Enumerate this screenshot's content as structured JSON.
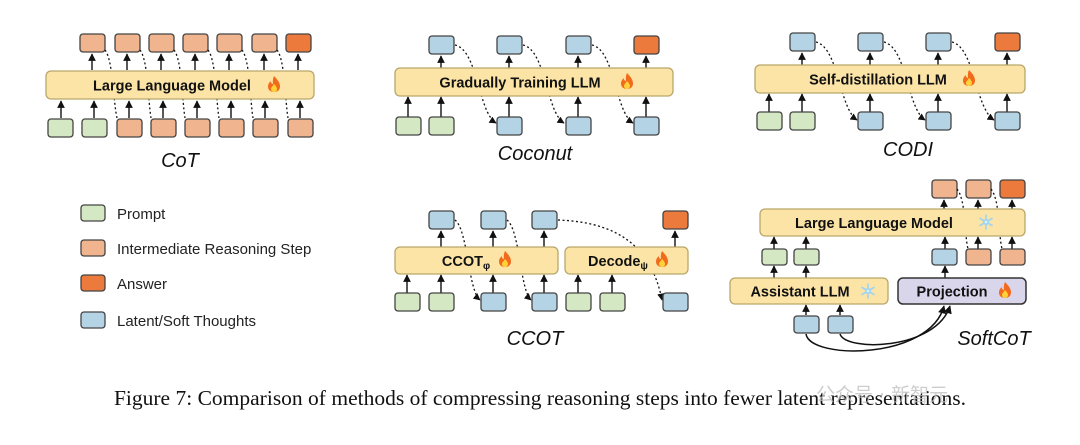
{
  "panels": {
    "cot": {
      "llm_label": "Large Language Model",
      "method_label": "CoT"
    },
    "coconut": {
      "llm_label": "Gradually Training LLM",
      "method_label": "Coconut"
    },
    "codi": {
      "llm_label": "Self-distillation LLM",
      "method_label": "CODI"
    },
    "ccot": {
      "ccot_prefix": "CCOT",
      "ccot_sub": "φ",
      "decode_prefix": "Decode",
      "decode_sub": "ψ",
      "method_label": "CCOT"
    },
    "softcot": {
      "llm_label": "Large Language Model",
      "assistant_label": "Assistant LLM",
      "projection_label": "Projection",
      "method_label": "SoftCoT"
    }
  },
  "legend": [
    {
      "label": "Prompt",
      "color": "#d5e8c4"
    },
    {
      "label": "Intermediate Reasoning Step",
      "color": "#f0b48e"
    },
    {
      "label": "Answer",
      "color": "#ec7a3c"
    },
    {
      "label": "Latent/Soft Thoughts",
      "color": "#b4d4e6"
    }
  ],
  "icons": {
    "trainable": "fire-icon",
    "frozen": "snowflake-icon"
  },
  "colors": {
    "llm_fill": "#fbe4a6",
    "llm_stroke": "#b8a76a",
    "projection_fill": "#d9d5ea",
    "projection_stroke": "#333333",
    "prompt": "#d5e8c4",
    "step": "#f0b48e",
    "answer": "#ec7a3c",
    "latent": "#b4d4e6"
  },
  "caption": "Figure 7:  Comparison of methods of compressing reasoning steps into fewer latent representations.",
  "watermark": "公众号 · 新智元"
}
